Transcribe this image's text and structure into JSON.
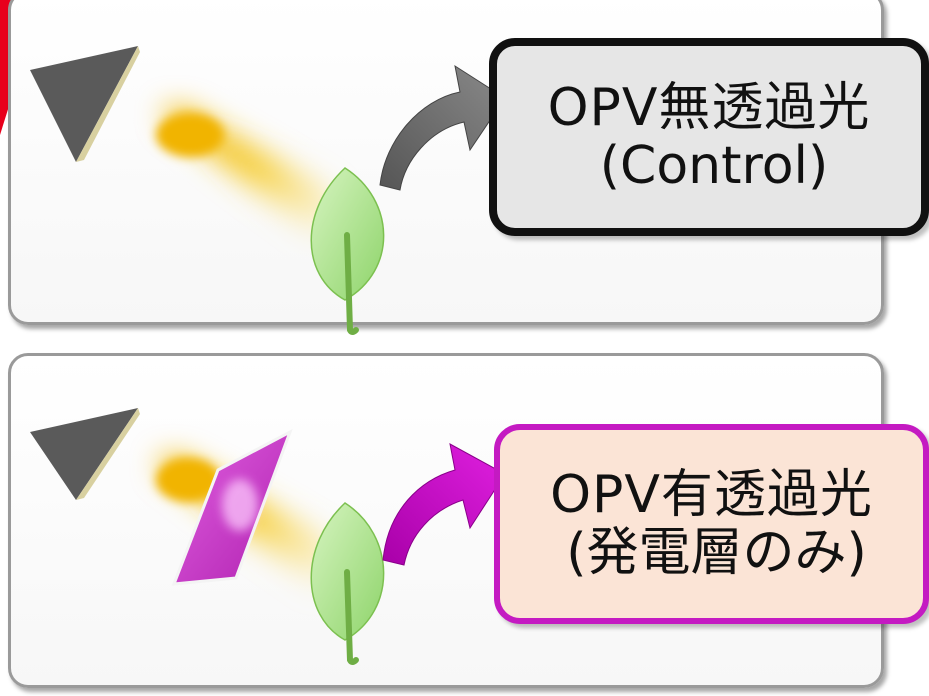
{
  "top_panel": {
    "label_line1": "OPV無透過光",
    "label_line2": "(Control)",
    "arrow_color": "#6e6e6e",
    "box_border_color": "#111111",
    "box_fill_color": "#e6e6e6"
  },
  "bottom_panel": {
    "label_line1": "OPV有透過光",
    "label_line2": "(発電層のみ)",
    "arrow_color": "#cc11cc",
    "filter_color": "#cc33cc",
    "box_border_color": "#c41ac2",
    "box_fill_color": "#fbe4d6"
  },
  "icons": [
    "light-source-icon",
    "light-beam",
    "leaf-icon",
    "opv-filter-icon",
    "curved-arrow-icon"
  ],
  "colors": {
    "leaf": "#a9e08a",
    "beam": "#f2c020",
    "accent_red": "#e8001c"
  }
}
